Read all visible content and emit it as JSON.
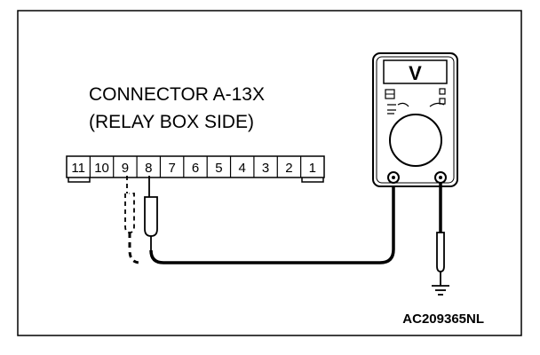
{
  "connector": {
    "title_line1": "CONNECTOR A-13X",
    "title_line2": "(RELAY BOX SIDE)",
    "pins": [
      "11",
      "10",
      "9",
      "8",
      "7",
      "6",
      "5",
      "4",
      "3",
      "2",
      "1"
    ]
  },
  "meter": {
    "display": "V"
  },
  "figure_code": "AC209365NL"
}
